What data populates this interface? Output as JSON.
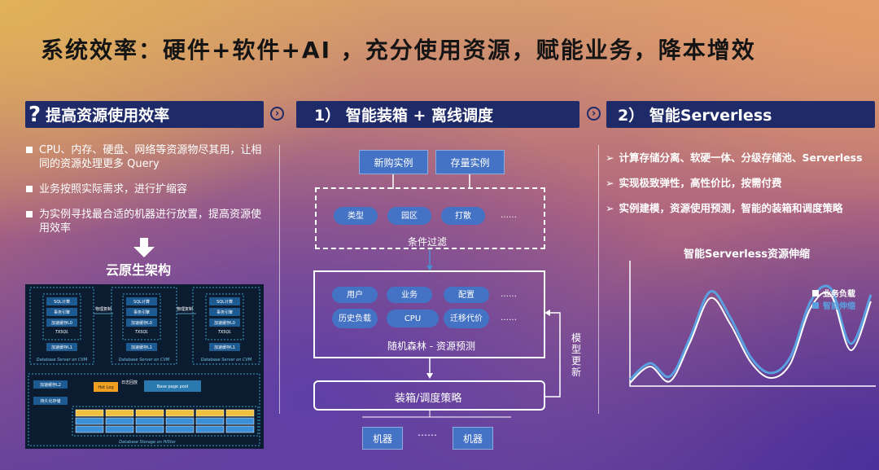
{
  "title": "系统效率：硬件+软件+AI ，充分使用资源，赋能业务，降本增效",
  "panel1": {
    "header_icon": "question-mark",
    "header": "提高资源使用效率",
    "bullets": [
      "CPU、内存、硬盘、网络等资源物尽其用，让相同的资源处理更多 Query",
      "业务按照实际需求，进行扩缩容",
      "为实例寻找最合适的机器进行放置，提高资源使用效率"
    ],
    "arrow_label": "云原生架构",
    "arch": {
      "servers": [
        {
          "sql": "SQL计算",
          "engine": "事务引擎",
          "cache": "加速缓存L0",
          "name": "TXSQL",
          "cache2": "加速缓存L1",
          "caption": "Database Server on CVM"
        },
        {
          "sql": "SQL计算",
          "engine": "事务引擎",
          "cache": "加速缓存L0",
          "name": "TXSQL",
          "cache2": "加速缓存L1",
          "caption": "Database Server on CVM"
        },
        {
          "sql": "SQL计算",
          "engine": "事务引擎",
          "cache": "加速缓存L0",
          "name": "TXSQL",
          "cache2": "加速缓存L1",
          "caption": "Database Server on CVM"
        }
      ],
      "replicate": [
        "物理复制",
        "物理复制"
      ],
      "storage": {
        "cache": "加速缓存L2",
        "persist": "持久化存储",
        "hot": "Hot Log",
        "log": "日志回放",
        "pool": "Base page pool",
        "caption": "Database Storage on HiStor"
      }
    }
  },
  "panel2": {
    "header": "1）  智能装箱 + 离线调度",
    "top_buttons": [
      "新购实例",
      "存量实例"
    ],
    "filter_pills": [
      "类型",
      "园区",
      "打散"
    ],
    "filter_more": "……",
    "filter_label": "条件过滤",
    "model_pills": [
      "用户",
      "业务",
      "配置",
      "历史负载",
      "CPU",
      "迁移代价"
    ],
    "model_more": [
      "……",
      "……"
    ],
    "model_label": "随机森林 - 资源预测",
    "strategy": "装箱/调度策略",
    "update_label": "模型更新",
    "machines": [
      "机器",
      "机器"
    ],
    "machine_more": "……"
  },
  "panel3": {
    "header": "2）  智能Serverless",
    "bullets": [
      "计算存储分离、软硬一体、分级存储池、Serverless",
      "实现极致弹性，高性价比，按需付费",
      "实例建模，资源使用预测，智能的装箱和调度策略"
    ],
    "bullet_marker": "➢",
    "chart_title": "智能Serverless资源伸缩"
  },
  "chart_data": {
    "type": "line",
    "title": "智能Serverless资源伸缩",
    "xlabel": "",
    "ylabel": "",
    "x": [
      0,
      1,
      2,
      3,
      4,
      5,
      6,
      7,
      8,
      9,
      10,
      11,
      12
    ],
    "series": [
      {
        "name": "业务负载",
        "color": "#ffffff",
        "values": [
          0.1,
          0.6,
          0.15,
          1.35,
          2.7,
          1.9,
          0.75,
          0.25,
          0.7,
          2.4,
          2.8,
          1.1,
          2.6
        ]
      },
      {
        "name": "智能伸缩",
        "color": "#5aa0e0",
        "values": [
          0.2,
          0.7,
          0.3,
          1.5,
          2.9,
          2.1,
          0.9,
          0.4,
          0.9,
          2.6,
          3.0,
          1.3,
          2.8
        ]
      }
    ],
    "ylim": [
      0,
      3.6
    ],
    "grid": false,
    "legend": "top-right"
  },
  "colors": {
    "bar": "#1f2a68",
    "node": "#4472c4",
    "line_a": "#ffffff",
    "line_b": "#5aa0e0"
  }
}
